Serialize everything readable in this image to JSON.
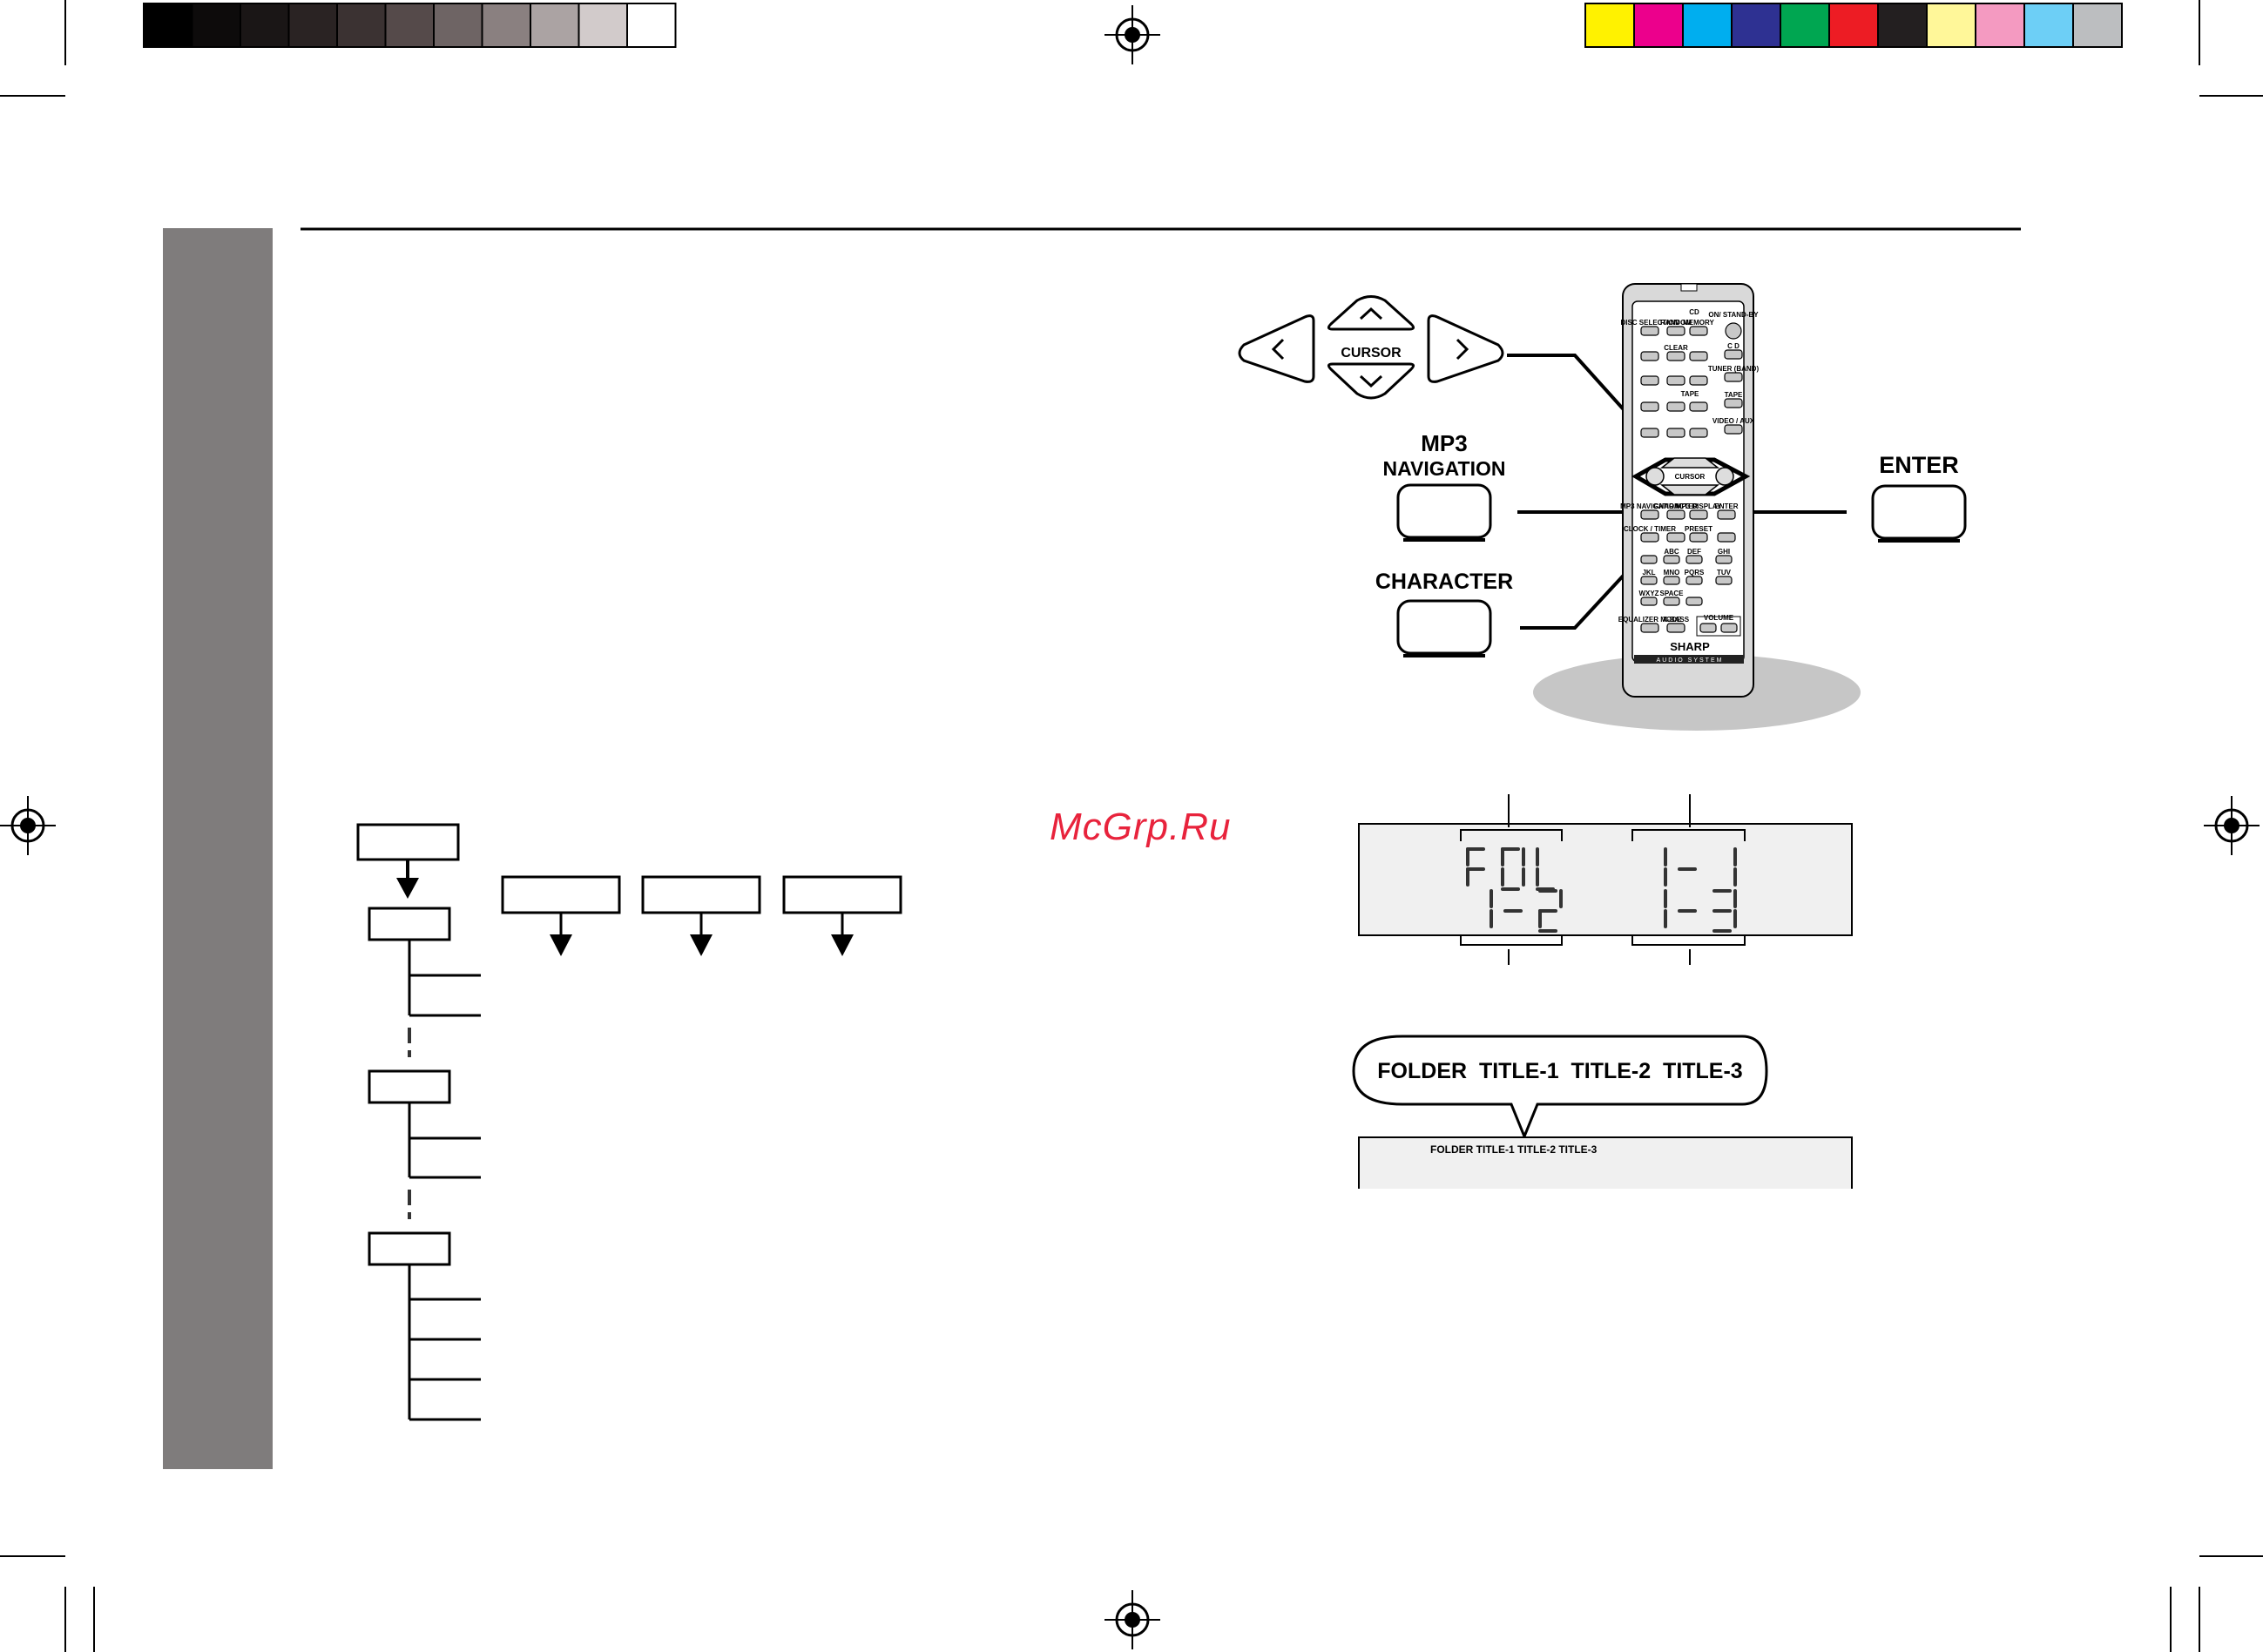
{
  "colors": {
    "sidebar": "#7f7c7c",
    "accent_watermark": "#e8233c",
    "grayscale_bar": [
      "#000000",
      "#0d0b0b",
      "#1a1616",
      "#2a2323",
      "#3b3232",
      "#554a4a",
      "#6e6464",
      "#8a8080",
      "#aba3a3",
      "#d2cbcb",
      "#ffffff"
    ],
    "color_bar": [
      "#fff200",
      "#ec008c",
      "#00aeef",
      "#2e3192",
      "#00a651",
      "#ed1c24",
      "#231f20",
      "#fff799",
      "#f49ac1",
      "#6dcff6",
      "#bcbec0"
    ]
  },
  "labels": {
    "cursor": "CURSOR",
    "mp3_line1": "MP3",
    "mp3_line2": "NAVIGATION",
    "character": "CHARACTER",
    "enter": "ENTER",
    "watermark": "McGrp.Ru",
    "bubble_text": "FOLDER  TITLE-1  TITLE-2  TITLE-3",
    "display_scroll_text": "FOLDER TITLE-1 TITLE-2 TITLE-3"
  },
  "lcd_segments": {
    "left_top": "FOL",
    "left_bottom": "1-2",
    "right_top": "1-1",
    "right_bottom": "1-3"
  },
  "remote": {
    "brand": "SHARP",
    "subtitle": "AUDIO SYSTEM",
    "keys": {
      "disc_select": "DISC SELECTION",
      "random": "RANDOM",
      "memory": "MEMORY",
      "on_standby": "ON/ STAND-BY",
      "clear": "CLEAR",
      "cd": "C D",
      "tuner": "TUNER (BAND)",
      "tape": "TAPE",
      "video_aux": "VIDEO / AUX",
      "tape_section": "TAPE",
      "cd_section": "CD",
      "cursor": "CURSOR",
      "mp3_nav": "MP3 NAVIGATION",
      "character": "CHARACTER",
      "mp3_display": "MP3 DISPLAY",
      "enter": "ENTER",
      "clock_timer": "CLOCK / TIMER",
      "preset": "PRESET",
      "abc": "ABC",
      "def": "DEF",
      "ghi": "GHI",
      "jkl": "JKL",
      "mno": "MNO",
      "pqrs": "PQRS",
      "tuv": "TUV",
      "wxyz": "WXYZ",
      "space": "SPACE",
      "equalizer": "EQUALIZER MODE",
      "xbass": "X-BASS",
      "volume": "VOLUME"
    }
  }
}
